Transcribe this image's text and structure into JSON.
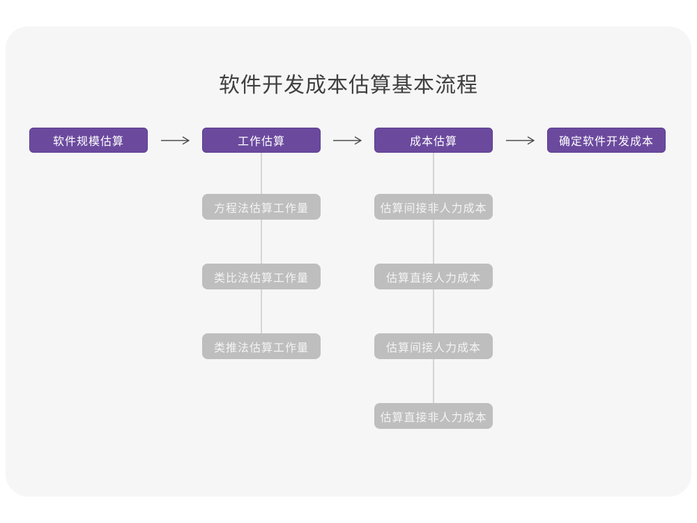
{
  "title": "软件开发成本估算基本流程",
  "colors": {
    "page_background": "#ffffff",
    "card_background": "#f6f6f6",
    "primary_node_fill": "#6B4A9E",
    "primary_node_border": "#5A3C8C",
    "primary_node_text": "#ffffff",
    "sub_node_fill": "#BEBEBE",
    "sub_node_text": "#F4F4F4",
    "connector_line": "#D5D5D5",
    "arrow": "#4A4A4A",
    "title_text": "#3F3F3F"
  },
  "flow": {
    "main_steps": [
      {
        "label": "软件规模估算",
        "sub_steps": []
      },
      {
        "label": "工作估算",
        "sub_steps": [
          "方程法估算工作量",
          "类比法估算工作量",
          "类推法估算工作量"
        ]
      },
      {
        "label": "成本估算",
        "sub_steps": [
          "估算间接非人力成本",
          "估算直接人力成本",
          "估算间接人力成本",
          "估算直接非人力成本"
        ]
      },
      {
        "label": "确定软件开发成本",
        "sub_steps": []
      }
    ]
  }
}
